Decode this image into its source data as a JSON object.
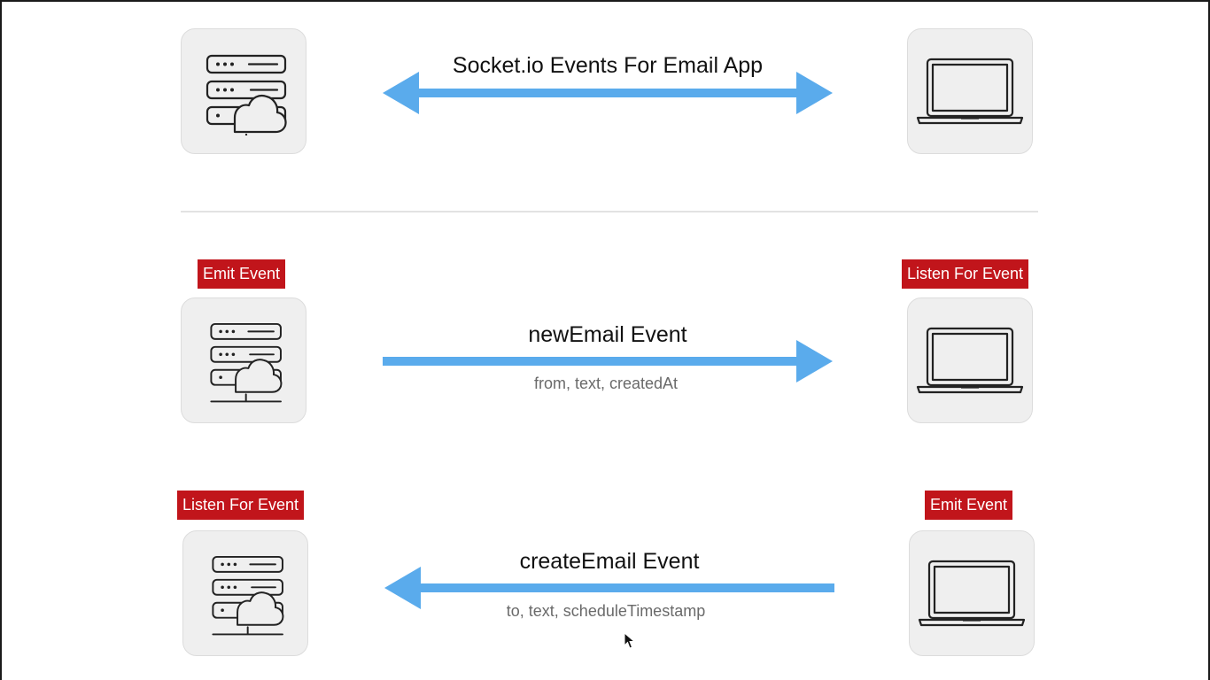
{
  "header": {
    "title": "Socket.io Events For Email App"
  },
  "rows": [
    {
      "event_name": "newEmail Event",
      "payload": "from, text, createdAt",
      "server_role": "Emit Event",
      "client_role": "Listen For Event",
      "direction": "server-to-client"
    },
    {
      "event_name": "createEmail Event",
      "payload": "to, text, scheduleTimestamp",
      "server_role": "Listen For Event",
      "client_role": "Emit Event",
      "direction": "client-to-server"
    }
  ],
  "icons": {
    "server": "server-cloud-icon",
    "client": "laptop-icon",
    "cursor": "mouse-cursor-icon"
  },
  "colors": {
    "arrow": "#5aabec",
    "tag_background": "#c1151b",
    "tile_background": "#efefef",
    "payload_text": "#6a6a6a"
  }
}
